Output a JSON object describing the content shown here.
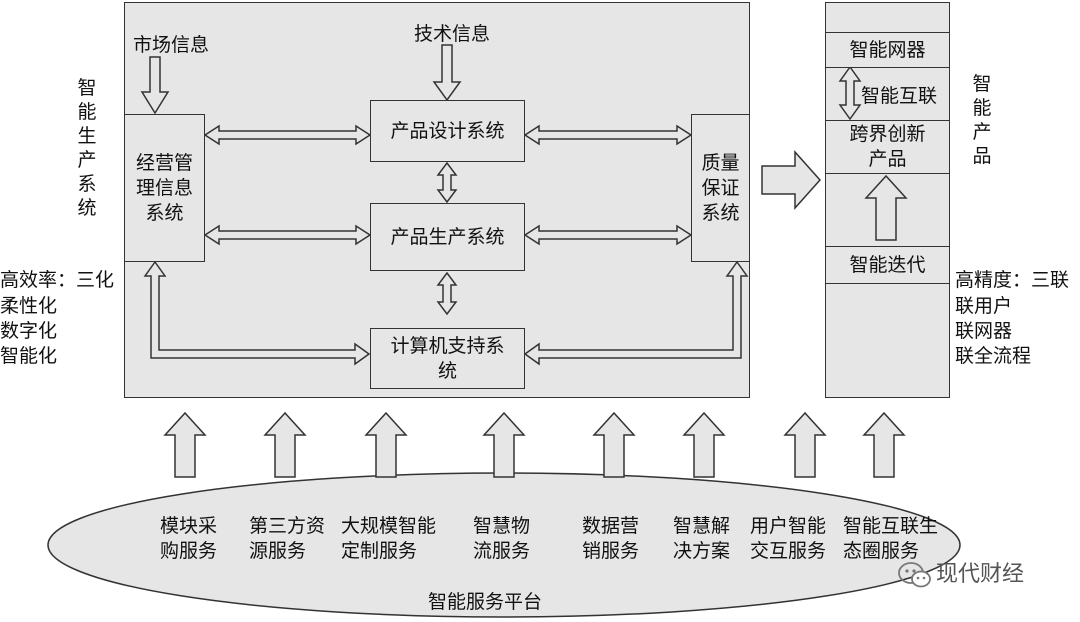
{
  "production_system": {
    "side_label": "智能生产系统",
    "market_info": "市场信息",
    "tech_info": "技术信息",
    "management": "经营管\n理信息\n系统",
    "design": "产品设计系统",
    "production": "产品生产系统",
    "computer": "计算机支持系\n统",
    "quality": "质量\n保证\n系统",
    "efficiency": [
      "高效率：三化",
      "柔性化",
      "数字化",
      "智能化"
    ]
  },
  "product_system": {
    "side_label": "智能产品",
    "network_device": "智能网器",
    "interconnect": "智能互联",
    "cross_innovation": "跨界创新\n产品",
    "iteration": "智能迭代",
    "precision": [
      "高精度：三联",
      "联用户",
      "联网器",
      "联全流程"
    ]
  },
  "platform": {
    "title": "智能服务平台",
    "services": [
      "模块采\n购服务",
      "第三方资\n源服务",
      "大规模智能\n定制服务",
      "智慧物\n流服务",
      "数据营\n销服务",
      "智慧解\n决方案",
      "用户智能\n交互服务",
      "智能互联生\n态圈服务"
    ]
  },
  "watermark": {
    "icon": "wechat-icon",
    "text": "现代财经"
  },
  "colors": {
    "fill": "#e6e6e6",
    "stroke": "#333333"
  }
}
